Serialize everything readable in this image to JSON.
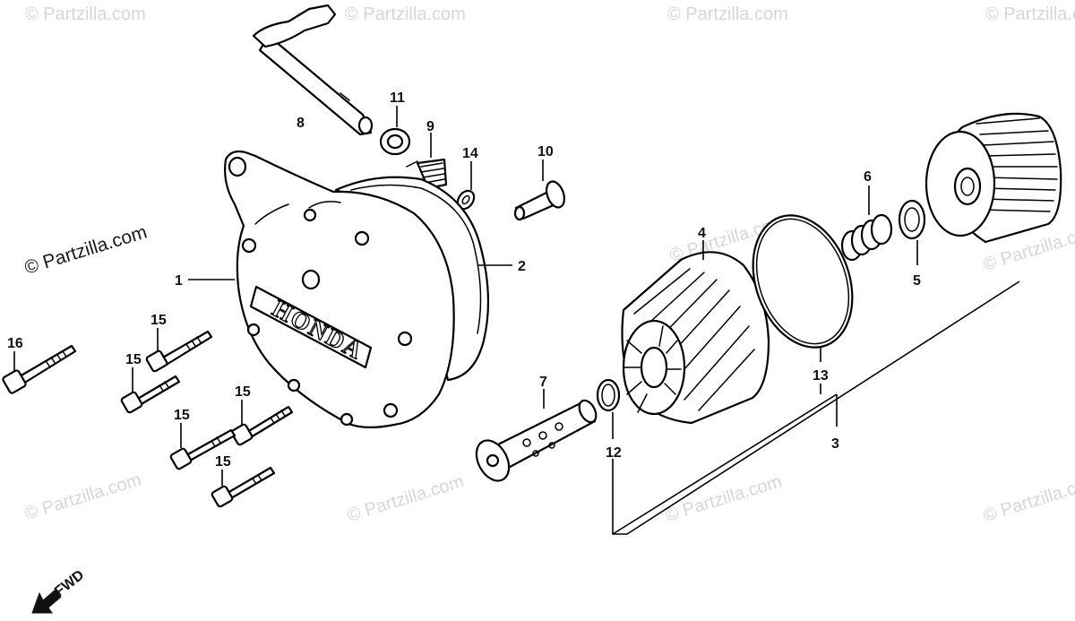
{
  "watermark": {
    "text": "© Partzilla.com",
    "color": "#d6d6d6"
  },
  "callouts": [
    "1",
    "2",
    "3",
    "4",
    "5",
    "6",
    "7",
    "8",
    "9",
    "10",
    "11",
    "12",
    "13",
    "14",
    "15",
    "16"
  ],
  "cover_emblem": "HONDA",
  "direction_label": "FWD"
}
